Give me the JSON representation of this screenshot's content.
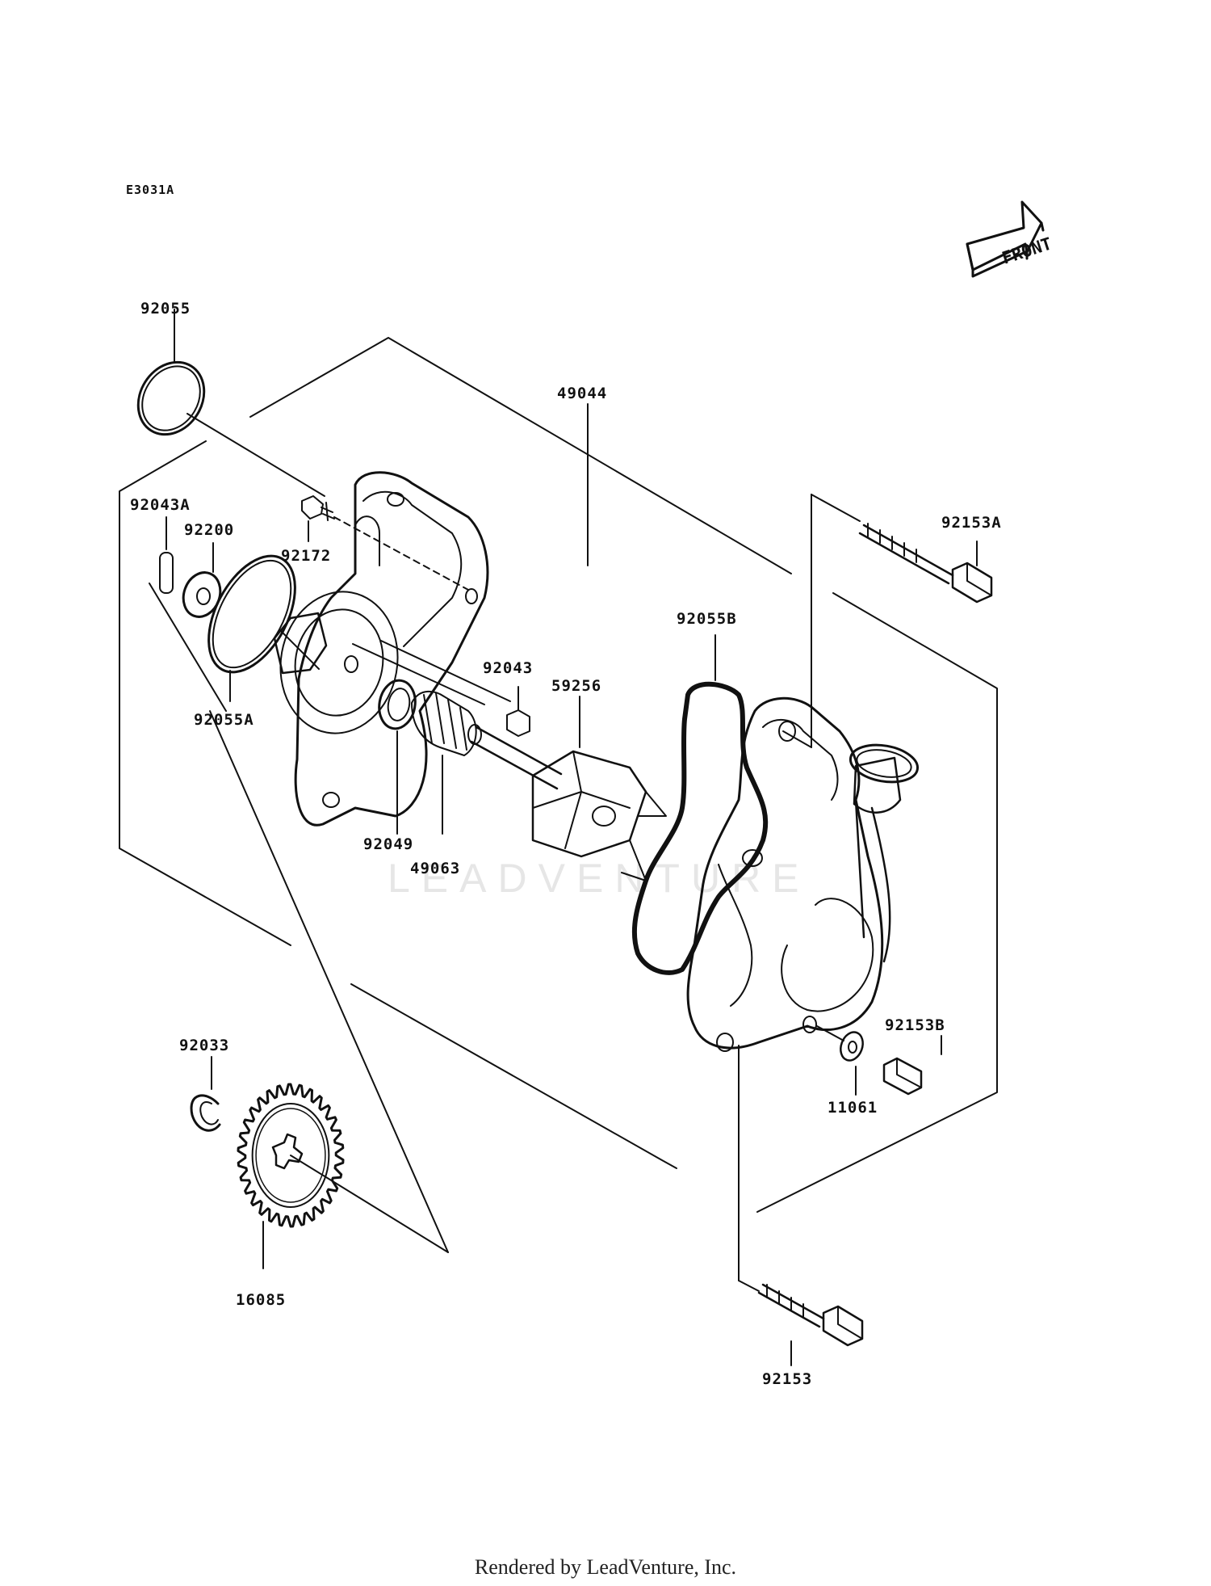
{
  "diagram": {
    "code": "E3031A",
    "front_label": "FRONT",
    "watermark": "LEADVENTURE",
    "footer": "Rendered by LeadVenture, Inc."
  },
  "parts": {
    "p92055": "92055",
    "p49044": "49044",
    "p92043A": "92043A",
    "p92200": "92200",
    "p92172": "92172",
    "p92153A": "92153A",
    "p92055B": "92055B",
    "p92043": "92043",
    "p59256": "59256",
    "p92055A": "92055A",
    "p92049": "92049",
    "p49063": "49063",
    "p92153B": "92153B",
    "p11061": "11061",
    "p92033": "92033",
    "p16085": "16085",
    "p92153": "92153"
  },
  "icons": [
    "front-arrow-icon"
  ],
  "colors": {
    "line": "#111111",
    "watermark": "#e6e6e6"
  }
}
